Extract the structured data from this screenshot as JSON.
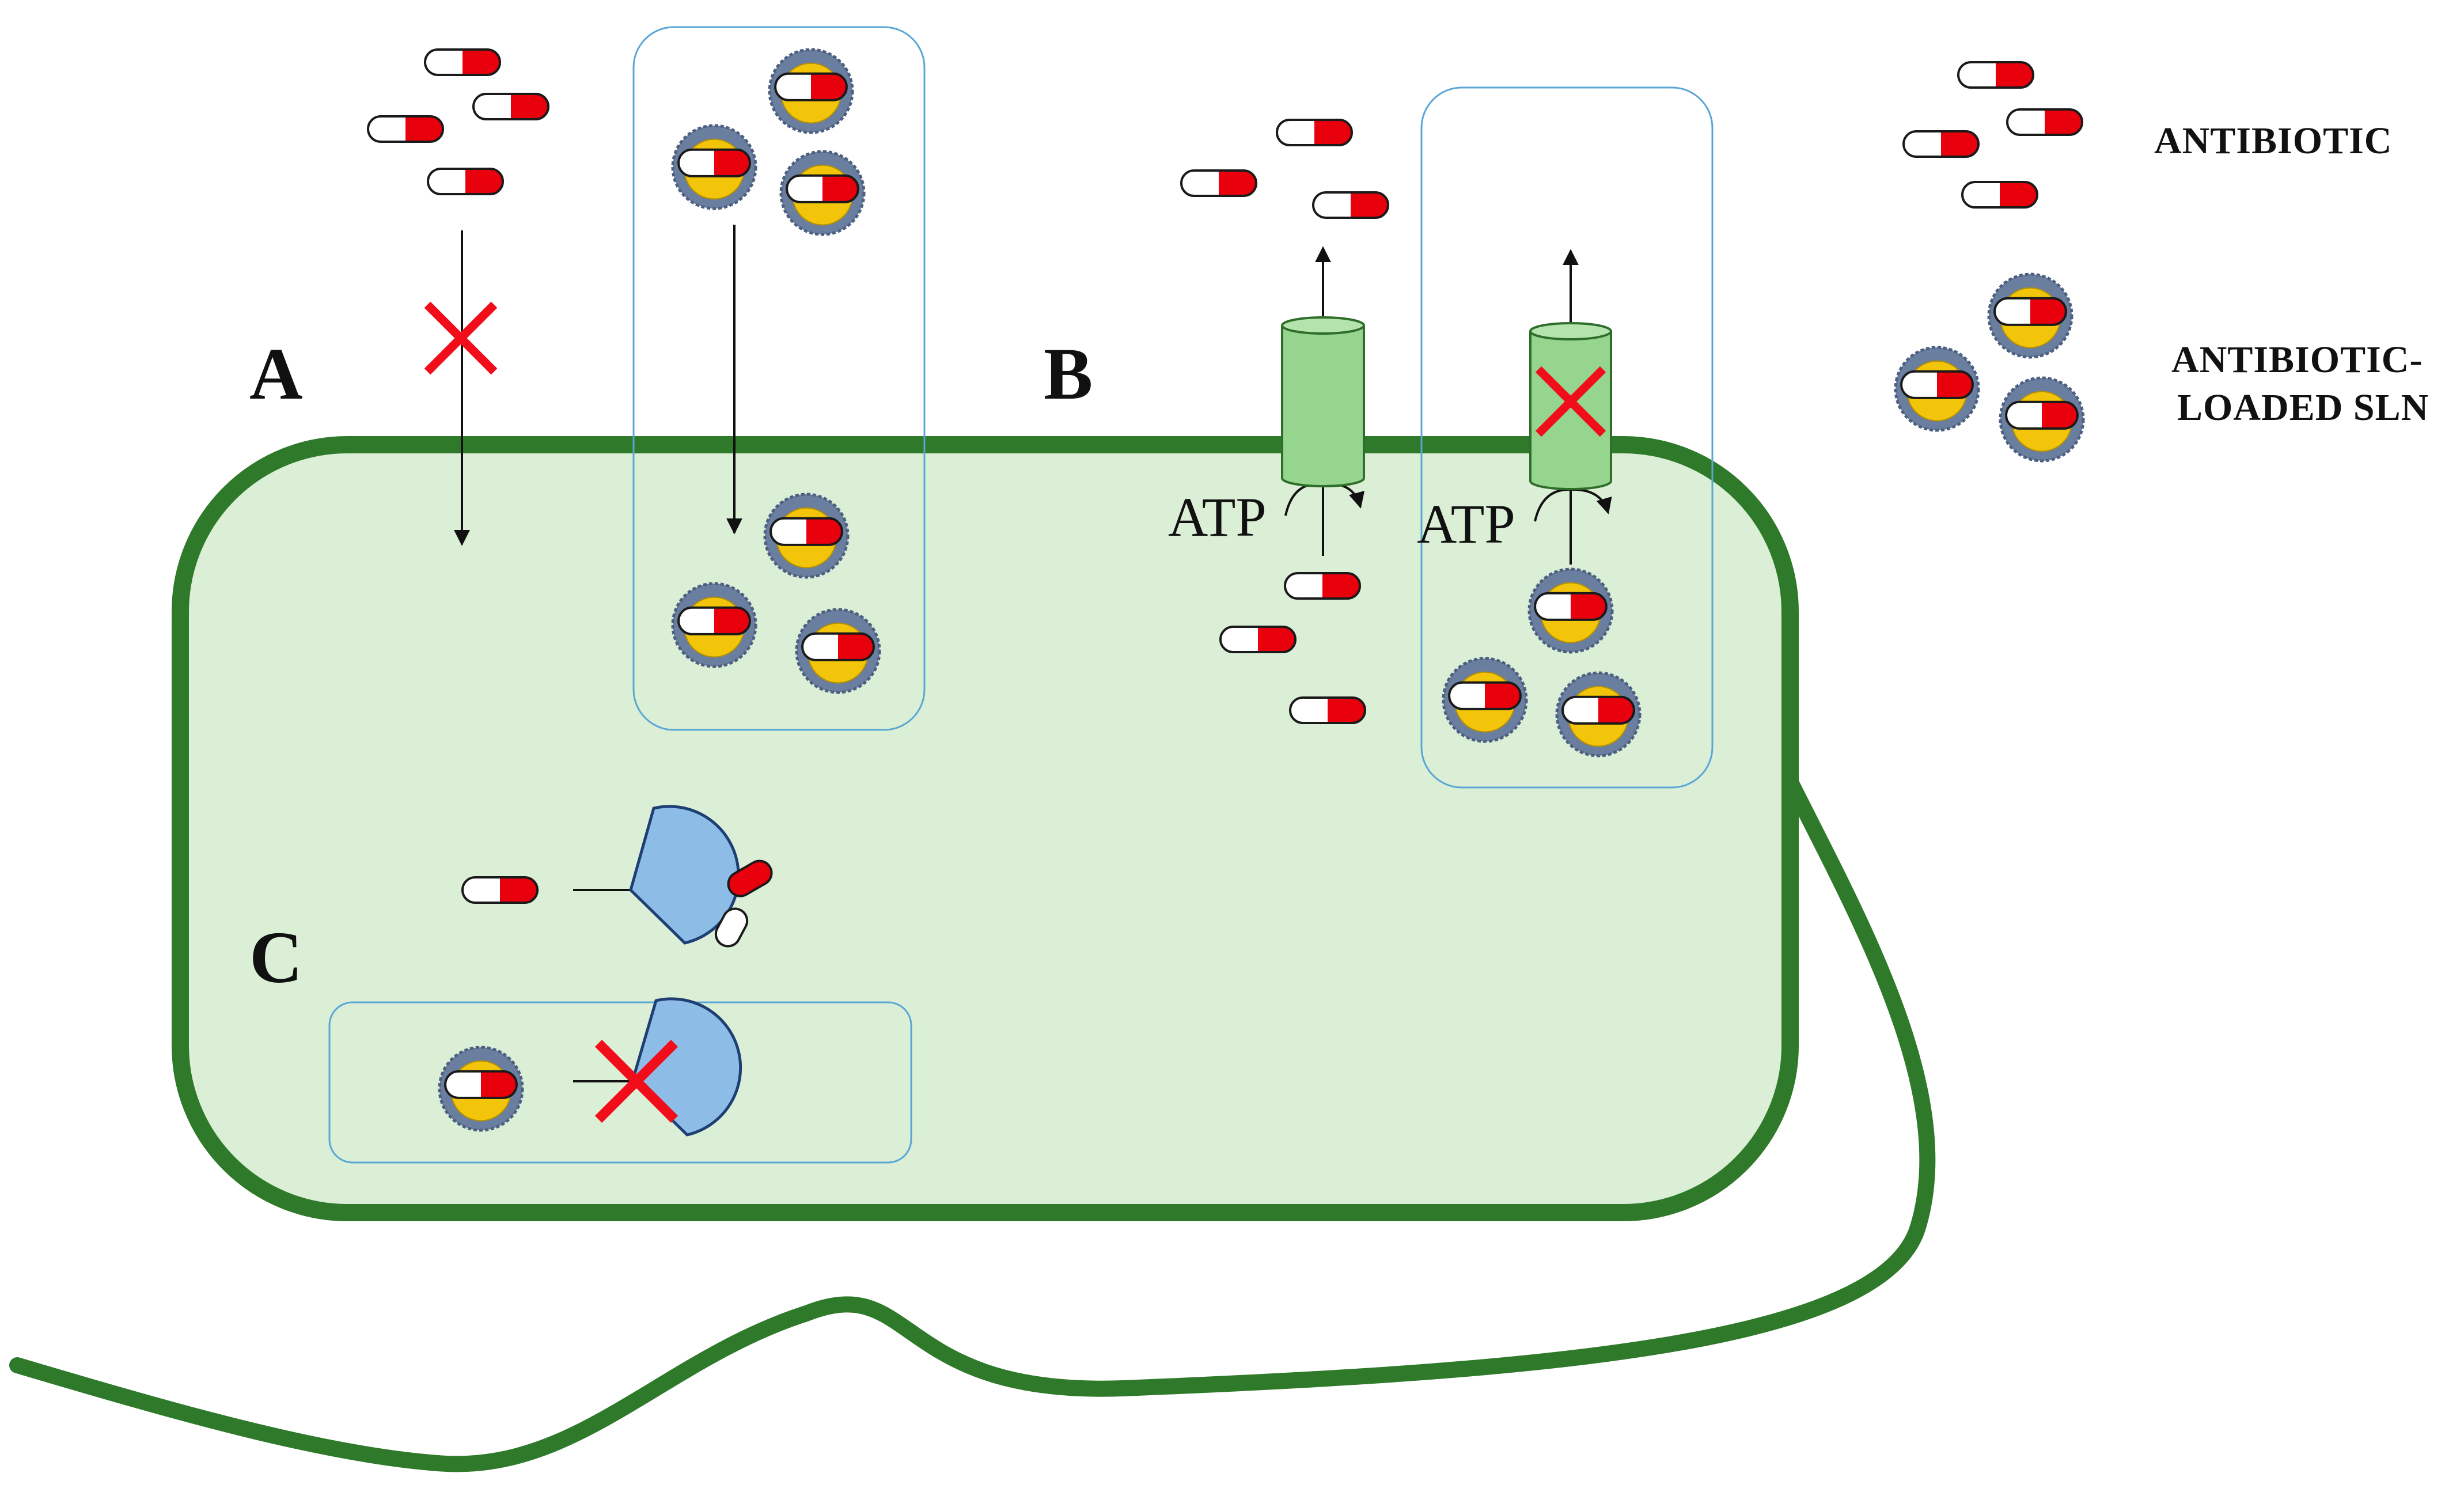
{
  "panels": {
    "a": "A",
    "b": "B",
    "c": "C"
  },
  "atp_labels": [
    "ATP",
    "ATP"
  ],
  "legend": {
    "antibiotic": "ANTIBIOTIC",
    "sln_line1": "ANTIBIOTIC-",
    "sln_line2": "LOADED SLN"
  },
  "colors": {
    "cell_fill": "#dbeed6",
    "cell_wall": "#2f7a2a",
    "capsule_red": "#e8000d",
    "capsule_white": "#ffffff",
    "sln_core": "#f2c40a",
    "sln_shell": "#6a7f9f",
    "pump": "#96d58e",
    "enzyme": "#8dbde6",
    "inhibition_cross": "#f20d1a",
    "box_outline": "#5aa7d6"
  },
  "icons": {
    "antibiotic": "capsule-icon",
    "sln": "loaded-nanoparticle-icon",
    "blocked": "red-cross-icon",
    "efflux": "efflux-pump-icon",
    "enzyme": "degrading-enzyme-icon"
  }
}
